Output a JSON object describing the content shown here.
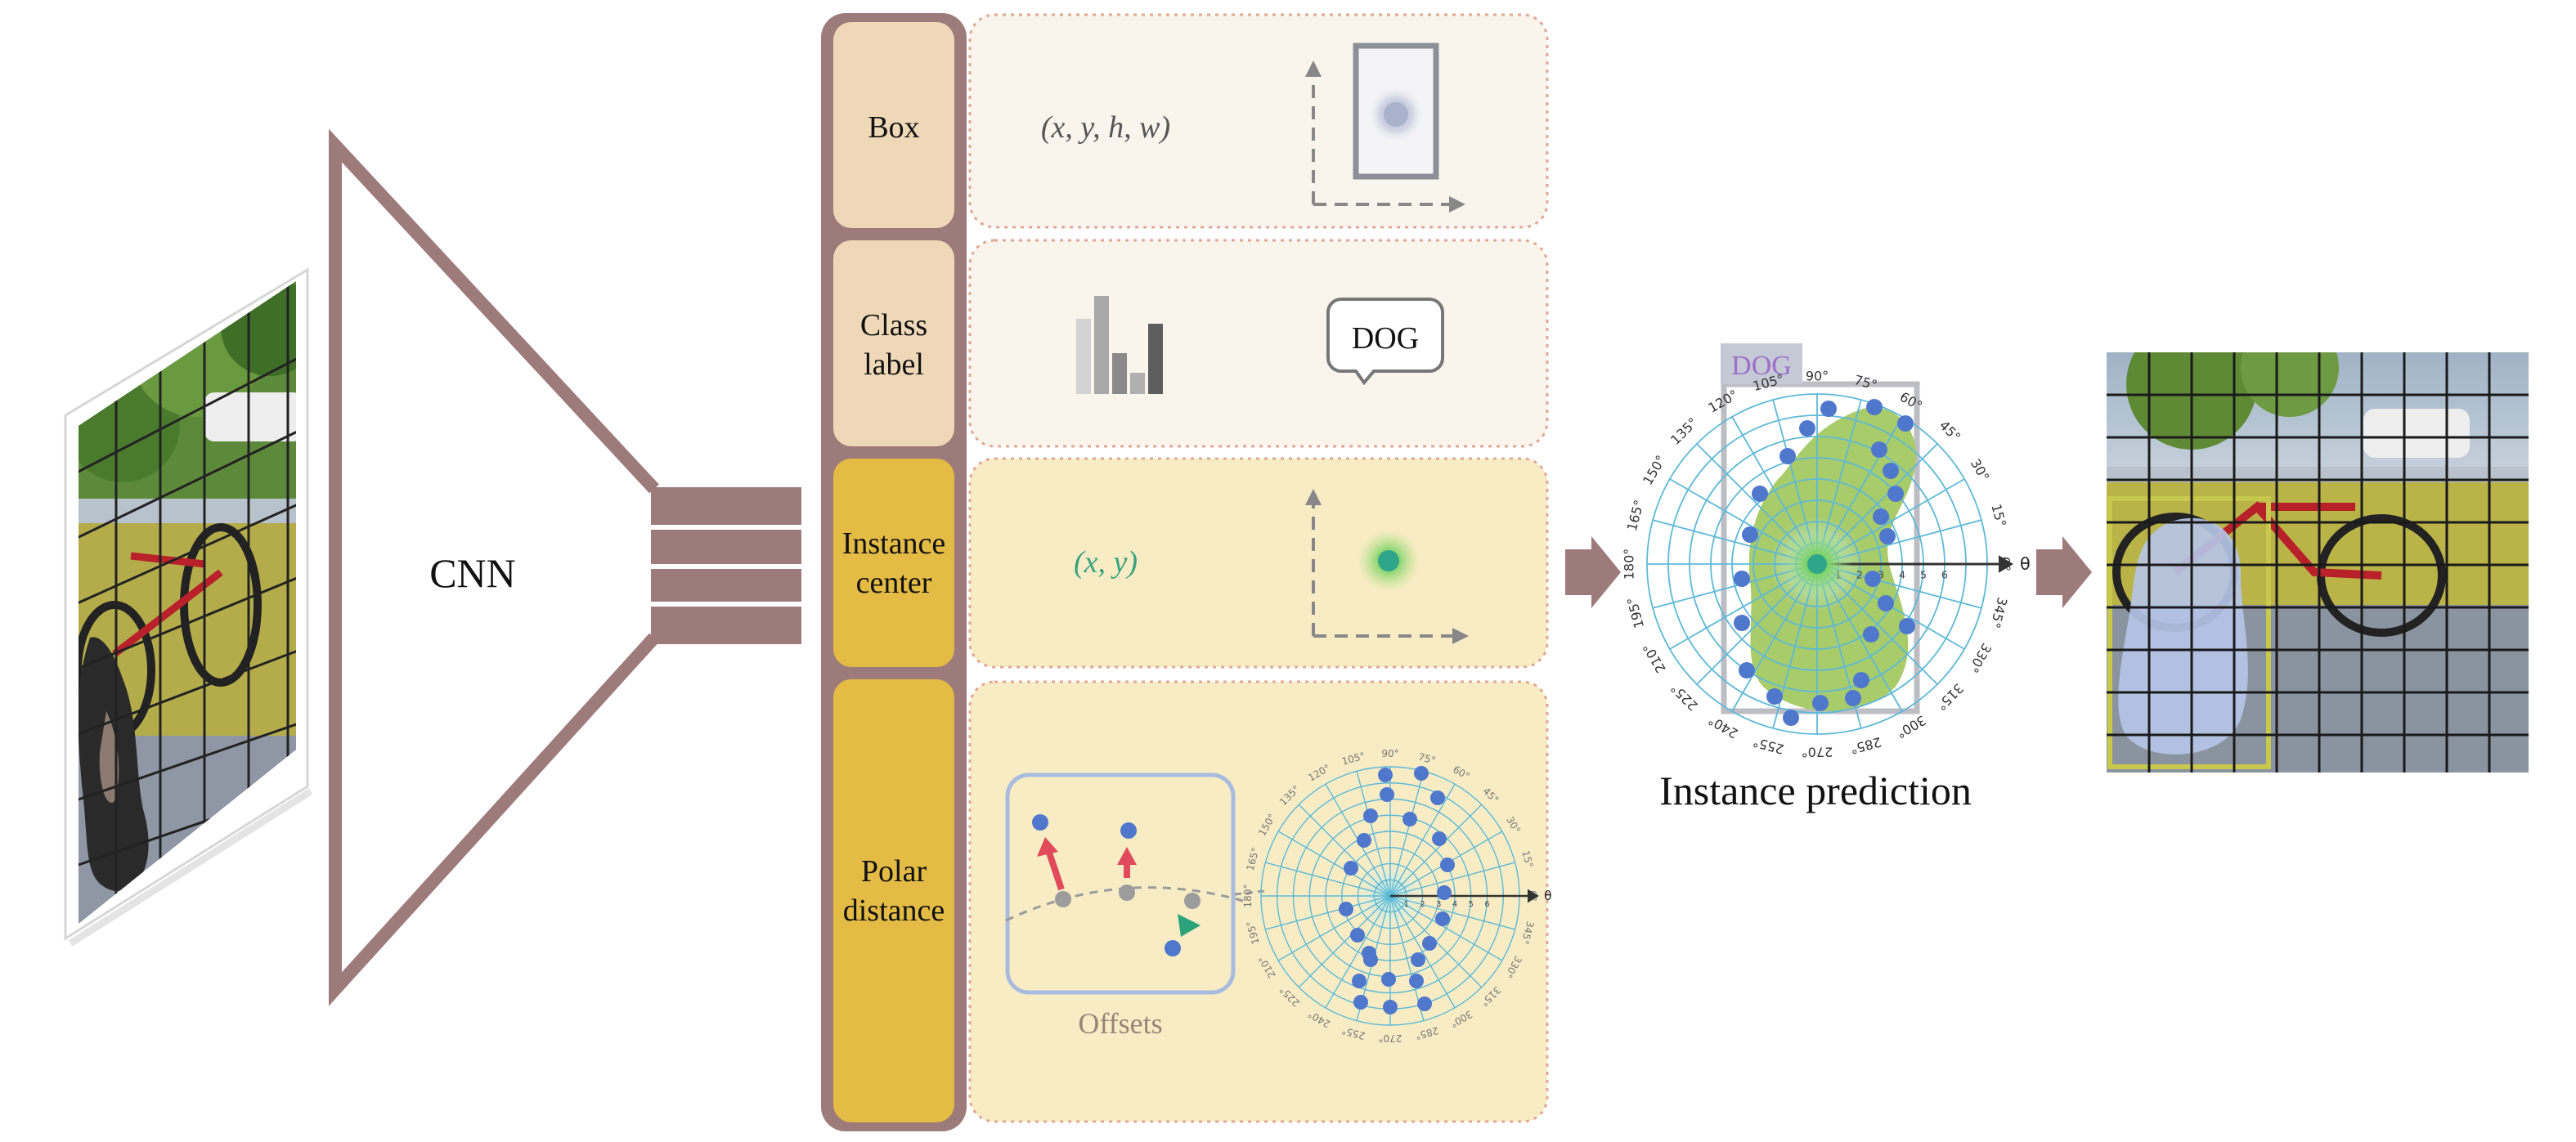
{
  "cnn_label": "CNN",
  "heads": [
    {
      "key": "box",
      "label_lines": [
        "Box"
      ],
      "content": "(x, y, h, w)",
      "color": "#efd8b8"
    },
    {
      "key": "class",
      "label_lines": [
        "Class",
        "label"
      ],
      "content": "DOG",
      "color": "#efd8b8"
    },
    {
      "key": "center",
      "label_lines": [
        "Instance",
        "center"
      ],
      "content": "(x, y)",
      "color": "#e3bb45"
    },
    {
      "key": "polar",
      "label_lines": [
        "Polar",
        "distance"
      ],
      "content": "Offsets",
      "color": "#e3bb45"
    }
  ],
  "instance_prediction": {
    "title": "Instance prediction",
    "class_tag": "DOG",
    "theta_symbol": "θ",
    "angle_labels": [
      "0°",
      "15°",
      "30°",
      "45°",
      "60°",
      "75°",
      "90°",
      "105°",
      "120°",
      "135°",
      "150°",
      "165°",
      "180°",
      "195°",
      "210°",
      "225°",
      "240°",
      "255°",
      "270°",
      "285°",
      "300°",
      "315°",
      "330°",
      "345°"
    ],
    "radial_ticks": [
      "1",
      "2",
      "3",
      "4",
      "5",
      "6"
    ]
  },
  "colors": {
    "arrow_brown": "#9e7b7b",
    "box_head_fill": "#efd8b8",
    "center_head_fill": "#e3bb45",
    "panel_light": "#f9f4ec",
    "panel_yellow": "#f8ecc4",
    "polar_grid": "#5db9d8",
    "contour_point": "#4f78cc",
    "mask_green": "#a8cc6a",
    "dog_text": "#9d6fc9",
    "center_green": "#3cb88a"
  }
}
